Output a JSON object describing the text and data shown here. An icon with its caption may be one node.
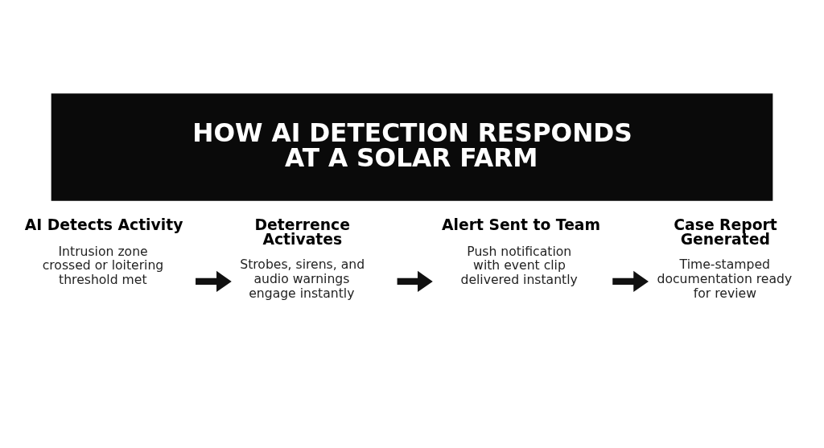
{
  "diagram": {
    "title": "HOW AI DETECTION RESPONDS AT A SOLAR FARM",
    "nodes": [
      {
        "text": [
          "AI Detects Activity",
          "Intrusion zone crossed or loitering threshold met"
        ]
      },
      {
        "text": [
          "Deterrence Activates",
          "Strobes, sirens, and audio warnings engage instantly"
        ]
      },
      {
        "text": [
          "Alert Sent to Team",
          "Push notification with event clip delivered instantly"
        ]
      },
      {
        "text": [
          "Case Report Generated",
          "Time-stamped documentation ready for review"
        ]
      }
    ],
    "edges": [
      {
        "from": 0,
        "to": 1,
        "arrow": "to"
      },
      {
        "from": 1,
        "to": 2,
        "arrow": "to"
      },
      {
        "from": 2,
        "to": 3,
        "arrow": "to"
      }
    ]
  }
}
